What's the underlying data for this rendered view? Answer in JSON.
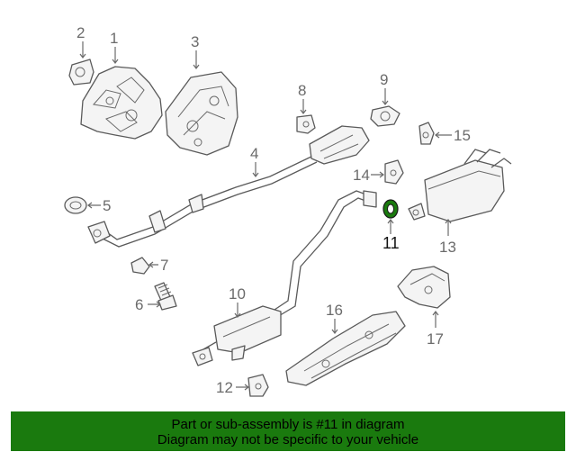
{
  "diagram": {
    "highlight_color": "#1a7a0e",
    "highlighted_part": "11",
    "callouts": [
      {
        "id": "c1",
        "label": "1"
      },
      {
        "id": "c2",
        "label": "2"
      },
      {
        "id": "c3",
        "label": "3"
      },
      {
        "id": "c4",
        "label": "4"
      },
      {
        "id": "c5",
        "label": "5"
      },
      {
        "id": "c6",
        "label": "6"
      },
      {
        "id": "c7",
        "label": "7"
      },
      {
        "id": "c8",
        "label": "8"
      },
      {
        "id": "c9",
        "label": "9"
      },
      {
        "id": "c10",
        "label": "10"
      },
      {
        "id": "c11",
        "label": "11"
      },
      {
        "id": "c12",
        "label": "12"
      },
      {
        "id": "c13",
        "label": "13"
      },
      {
        "id": "c14",
        "label": "14"
      },
      {
        "id": "c15",
        "label": "15"
      },
      {
        "id": "c16",
        "label": "16"
      },
      {
        "id": "c17",
        "label": "17"
      }
    ]
  },
  "banner": {
    "line1": "Part or sub-assembly is #11 in diagram",
    "line2": "Diagram may not be specific to your vehicle",
    "background": "#1a7a0e"
  }
}
